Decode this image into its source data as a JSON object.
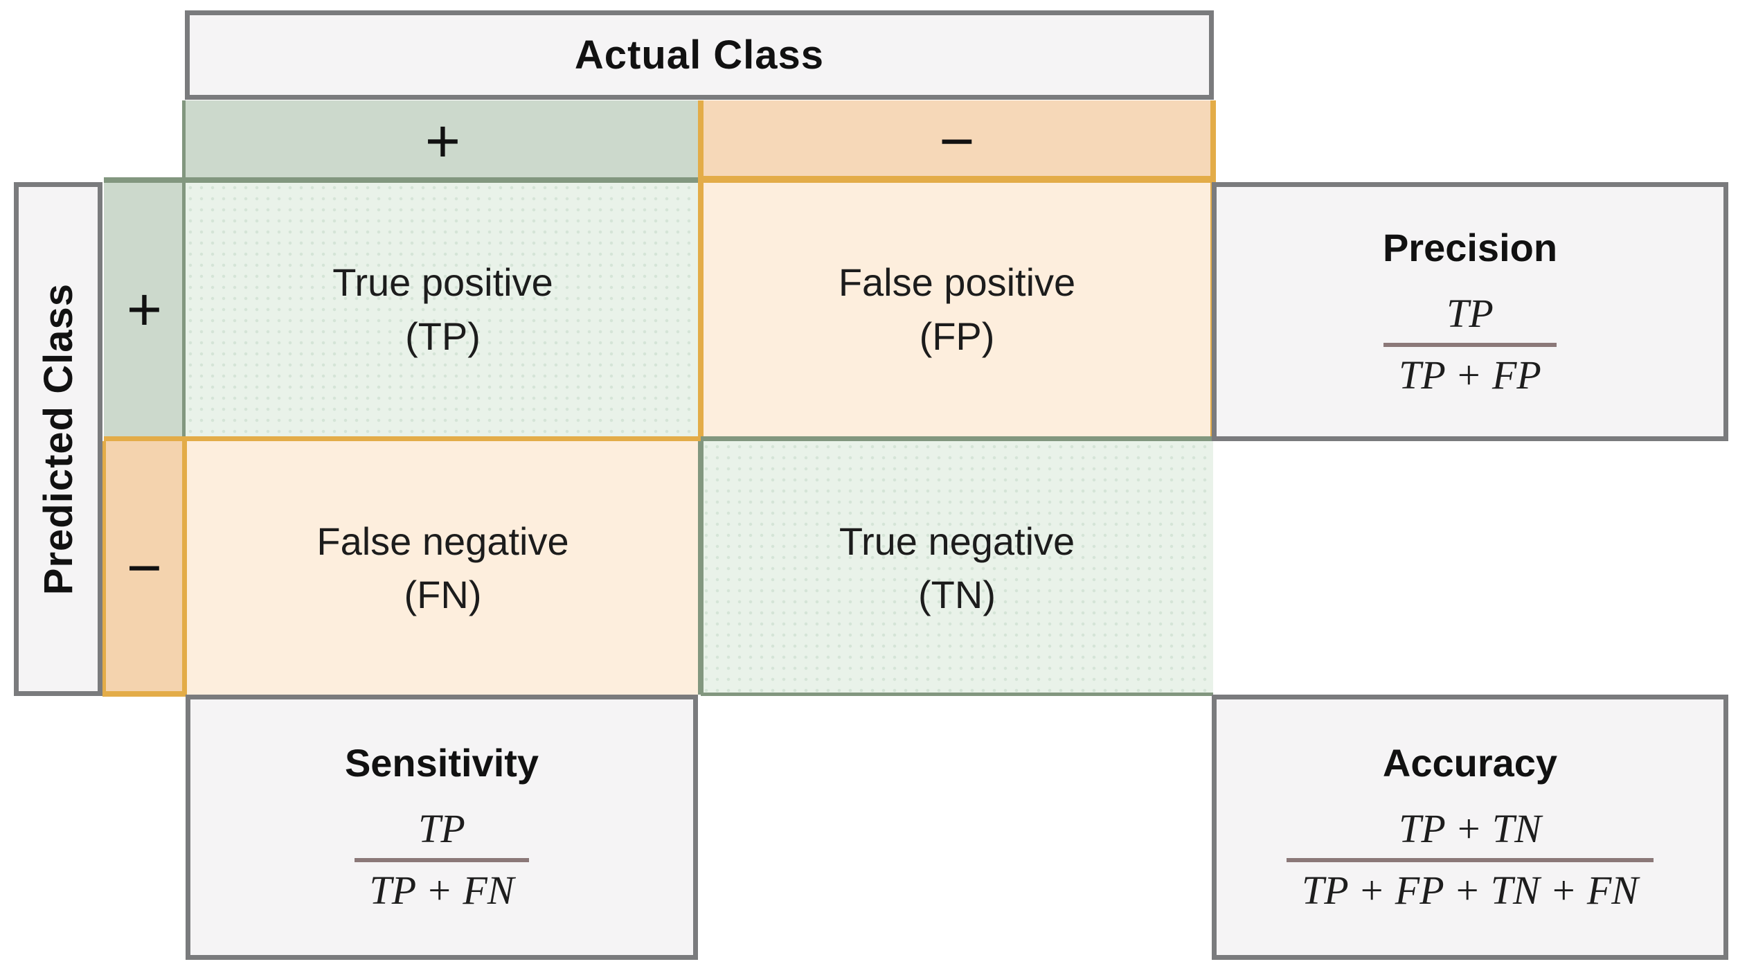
{
  "matrix": {
    "actual_label": "Actual Class",
    "predicted_label": "Predicted Class",
    "col_positive": "+",
    "col_negative": "−",
    "row_positive": "+",
    "row_negative": "−",
    "cells": {
      "tp": {
        "line1": "True positive",
        "line2": "(TP)"
      },
      "fp": {
        "line1": "False positive",
        "line2": "(FP)"
      },
      "fn": {
        "line1": "False negative",
        "line2": "(FN)"
      },
      "tn": {
        "line1": "True negative",
        "line2": "(TN)"
      }
    }
  },
  "metrics": {
    "precision": {
      "title": "Precision",
      "numerator": "TP",
      "denominator": "TP + FP"
    },
    "sensitivity": {
      "title": "Sensitivity",
      "numerator": "TP",
      "denominator": "TP + FN"
    },
    "accuracy": {
      "title": "Accuracy",
      "numerator": "TP + TN",
      "denominator": "TP + FP + TN + FN"
    }
  },
  "colors": {
    "positive_header": "#ccd9cc",
    "negative_header": "#f6d8b8",
    "negative_row_header": "#f4d3ae",
    "true_cell": "#e9f2e9",
    "false_cell": "#fdeedd",
    "amber_border": "#e3ac48",
    "green_border": "#82977f",
    "frame_border": "#7a7b7d",
    "frame_fill": "#f5f4f5",
    "fraction_bar": "#8b7878"
  }
}
